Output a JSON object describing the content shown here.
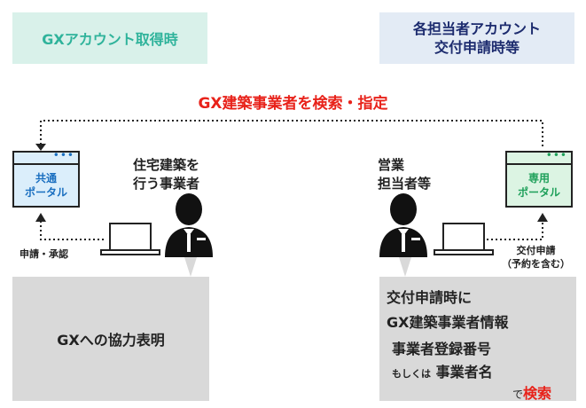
{
  "top_left": {
    "text": "GXアカウント取得時"
  },
  "top_right": {
    "line1": "各担当者アカウント",
    "line2": "交付申請時等"
  },
  "search_title": "GX建築事業者を検索・指定",
  "portal_left": {
    "dots": "•••",
    "line1": "共通",
    "line2": "ポータル"
  },
  "portal_right": {
    "dots": "•••",
    "line1": "専用",
    "line2": "ポータル"
  },
  "actor_left": {
    "line1": "住宅建築を",
    "line2": "行う事業者"
  },
  "actor_right": {
    "line1": "営業",
    "line2": "担当者等"
  },
  "apply_left": "申請・承認",
  "apply_right": {
    "line1": "交付申請",
    "line2": "（予約を含む）"
  },
  "gray_left": "GXへの協力表明",
  "gray_right": {
    "line1": "交付申請時に",
    "line2": "GX建築事業者情報",
    "line3": "事業者登録番号",
    "line4_small": "もしくは",
    "line4_big": "事業者名",
    "line5_de": "で",
    "line5_search": "検索"
  },
  "colors": {
    "teal": "#2fb39b",
    "navy": "#1c2b6e",
    "red": "#e8221a"
  }
}
